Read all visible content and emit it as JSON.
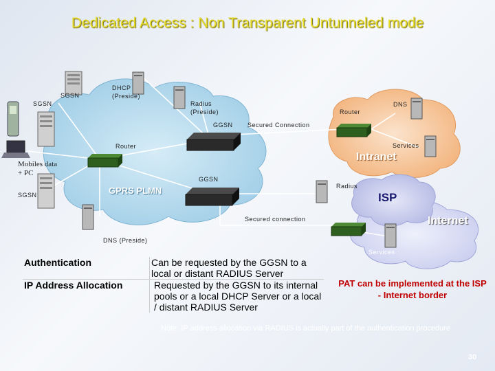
{
  "title": "Dedicated Access : Non Transparent Untunneled mode",
  "labels": {
    "sgsn_top": "SGSN",
    "sgsn_left": "SGSN",
    "dhcp_1": "DHCP",
    "dhcp_2": "(Preside)",
    "radius_1": "Radius",
    "radius_2": "(Preside)",
    "ggsn_top": "GGSN",
    "secured_connection_top": "Secured Connection",
    "router_right": "Router",
    "dns_right": "DNS",
    "services_right": "Services",
    "intranet": "Intranet",
    "router_left": "Router",
    "mobiles_1": "Mobiles data",
    "mobiles_2": "+ PC",
    "sgsn_bottom": "SGSN",
    "ggsn_mid": "GGSN",
    "gprs_plmn": "GPRS PLMN",
    "radius_isp": "Radius",
    "isp": "ISP",
    "secured_connection_bottom": "Secured connection",
    "internet": "Internet",
    "dns_preside": "DNS (Preside)",
    "services_bottom": "Services"
  },
  "table": {
    "rows": [
      {
        "key": "Authentication",
        "value": "Can be requested by the GGSN to a local or distant RADIUS Server"
      },
      {
        "key": "IP Address Allocation",
        "value": "Requested by the GGSN  to its internal pools or a local DHCP Server or a local / distant RADIUS Server"
      }
    ]
  },
  "pat_note": "PAT can be implemented at the ISP - Internet border",
  "footnote": "Note: IP address allocation via RADIUS is actually part of the authentication procedure",
  "page_number": "30",
  "colors": {
    "title": "#e8dc2a",
    "cloud_plmn": "#b9dcef",
    "cloud_intranet": "#f6c89a",
    "cloud_isp": "#c8ccec",
    "intranet_text": "#ffffff",
    "isp_text": "#1a1a6e",
    "pat_text": "#c00000",
    "router": "#2e5f1e"
  }
}
